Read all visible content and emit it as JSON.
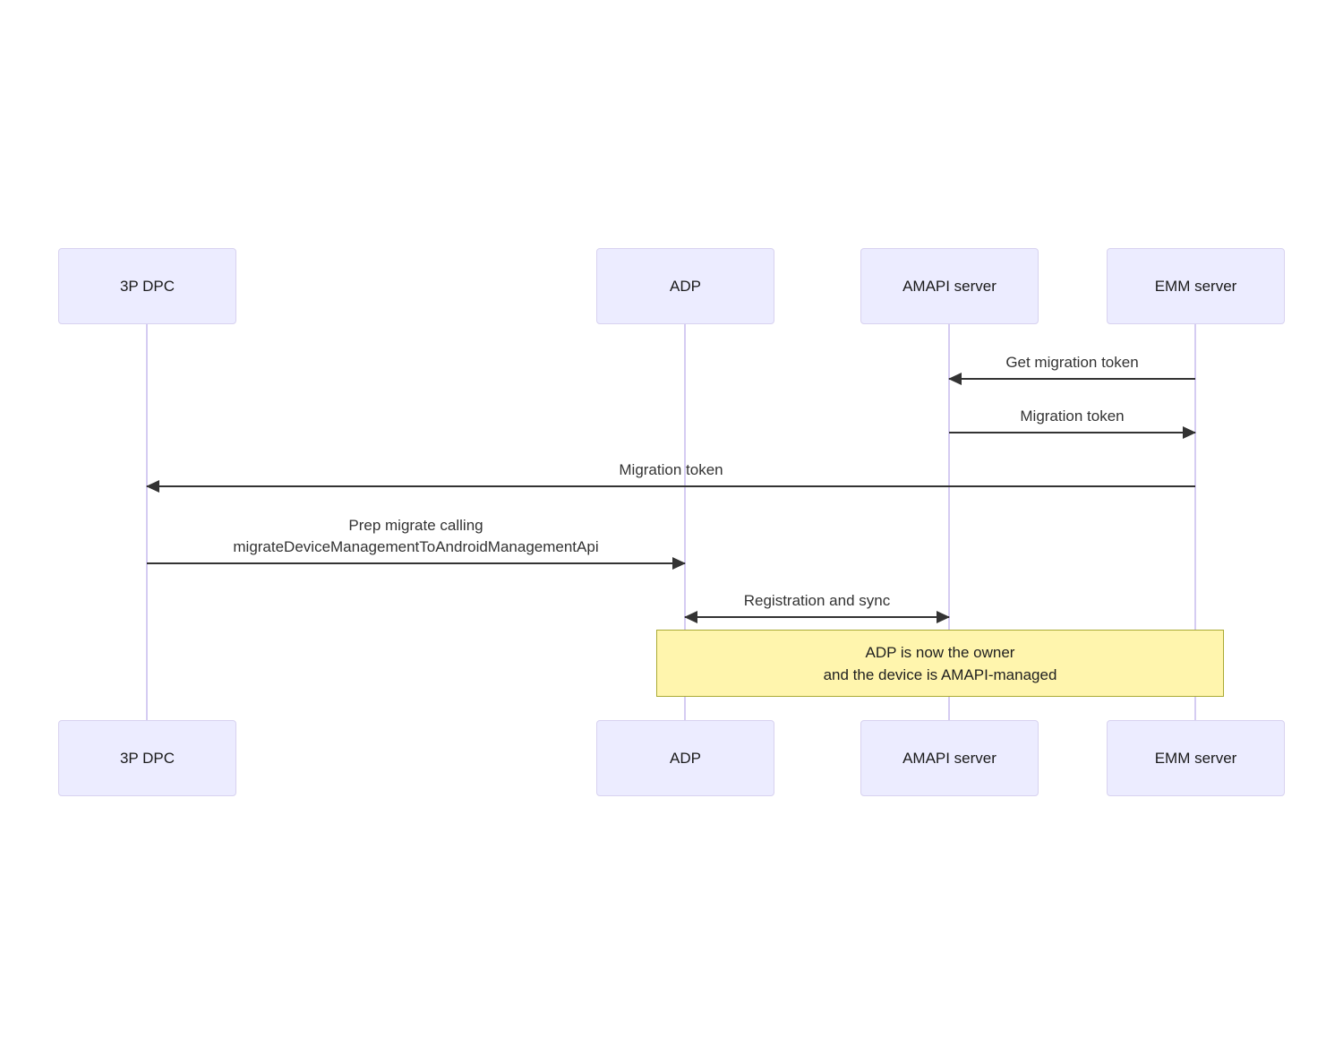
{
  "diagram": {
    "type": "sequence",
    "actors": [
      {
        "label": "3P DPC"
      },
      {
        "label": "ADP"
      },
      {
        "label": "AMAPI server"
      },
      {
        "label": "EMM server"
      }
    ],
    "messages": [
      {
        "from": "EMM server",
        "to": "AMAPI server",
        "label": "Get migration token",
        "arrow": "solid-left"
      },
      {
        "from": "AMAPI server",
        "to": "EMM server",
        "label": "Migration token",
        "arrow": "solid-right"
      },
      {
        "from": "EMM server",
        "to": "3P DPC",
        "label": "Migration token",
        "arrow": "solid-left"
      },
      {
        "from": "3P DPC",
        "to": "ADP",
        "lines": [
          "Prep migrate calling",
          "migrateDeviceManagementToAndroidManagementApi"
        ],
        "arrow": "solid-right"
      },
      {
        "from": "ADP",
        "to": "AMAPI server",
        "label": "Registration and sync",
        "arrow": "solid-both"
      }
    ],
    "note": {
      "over": [
        "ADP",
        "EMM server"
      ],
      "lines": [
        "ADP is now the owner",
        "and the device is AMAPI-managed"
      ]
    },
    "colors": {
      "actor_fill": "#ECECFF",
      "actor_border": "#D8D2F0",
      "lifeline": "#D5CCF2",
      "arrow": "#333333",
      "message_text": "#333333",
      "note_fill": "#FFF5AD",
      "note_border": "#AAAA33",
      "background": "#FFFFFF"
    }
  }
}
